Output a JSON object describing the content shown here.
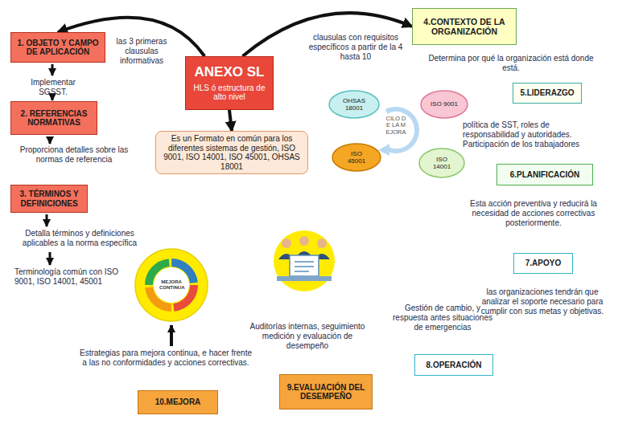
{
  "diagram": {
    "nodes": [
      {
        "text": [
          "ANEXO SL",
          "HLS ó estructura de alto nivel"
        ]
      },
      {
        "text": [
          "Es un Formato en común para los diferentes sistemas de gestión, ISO 9001, ISO 14001, ISO 45001, OHSAS 18001"
        ]
      },
      {
        "text": [
          "1. OBJETO Y CAMPO DE APLICACIÓN"
        ]
      },
      {
        "text": [
          "2. REFERENCIAS NORMATIVAS"
        ]
      },
      {
        "text": [
          "3. TÉRMINOS Y DEFINICIONES"
        ]
      },
      {
        "text": [
          "4.CONTEXTO DE LA ORGANIZACIÓN"
        ]
      },
      {
        "text": [
          "5.LIDERAZGO"
        ]
      },
      {
        "text": [
          "6.PLANIFICACIÓN"
        ]
      },
      {
        "text": [
          "7.APOYO"
        ]
      },
      {
        "text": [
          "8.OPERACIÓN"
        ]
      },
      {
        "text": [
          "9.EVALUACIÓN DEL DESEMPEÑO"
        ]
      },
      {
        "text": [
          "10.MEJORA"
        ]
      },
      {
        "text": [
          "OHSAS 18001"
        ]
      },
      {
        "text": [
          "ISO 9001"
        ]
      },
      {
        "text": [
          "ISO 45001"
        ]
      },
      {
        "text": [
          "ISO 14001"
        ]
      },
      {
        "text": [
          "MEJORA CONTINUA"
        ]
      }
    ],
    "edges": [
      {
        "from": 0,
        "to": 1,
        "arrow": "to"
      },
      {
        "from": 0,
        "to": 2,
        "arrow": "to"
      },
      {
        "from": 0,
        "to": 5,
        "arrow": "to"
      }
    ],
    "labels": [
      "las 3 primeras clausulas informativas",
      "Implementar SGSST.",
      "Proporciona detalles sobre las normas de referencia",
      "Detalla términos y definiciones aplicables a la norma específica",
      "Terminología común con ISO 9001, ISO 14001, 45001",
      "Estrategias para mejora continua, e hacer frente a las no conformidades y acciones correctivas.",
      "Auditorías internas, seguimiento medición y evaluación de desempeño",
      "Gestión de cambio, y respuesta antes situaciones de emergencias",
      "las organizaciones tendrán que analizar el soporte necesario para cumplir con sus metas y objetivas.",
      "Esta acción preventiva y reducirá la necesidad de acciones correctivas posteriormente.",
      "política de SST, roles de responsabilidad y autoridades. Participación de los trabajadores",
      "Determina por qué la organización está donde está.",
      "clausulas con requisitos específicos a partir de la 4 hasta 10",
      "CILO DE LA MEJORA"
    ]
  }
}
